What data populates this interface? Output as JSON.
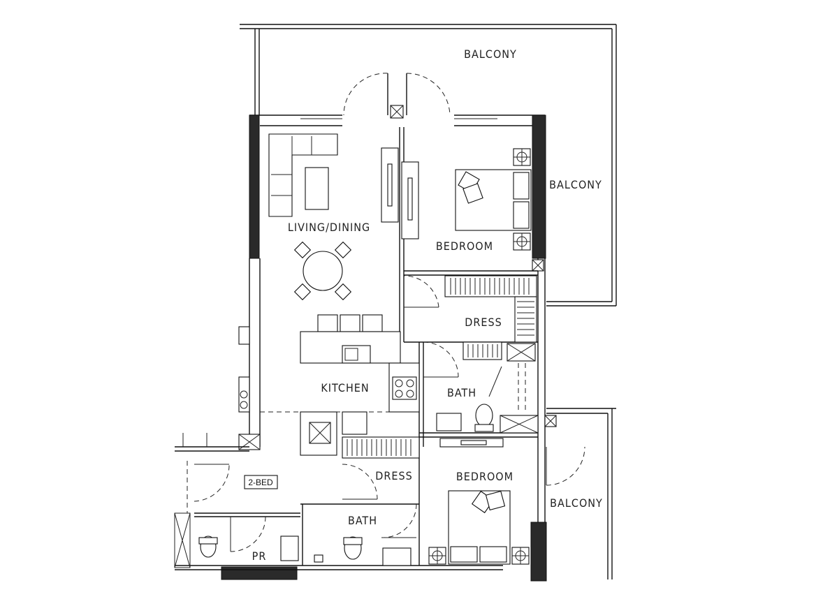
{
  "plan": {
    "rooms": {
      "balcony_top": "BALCONY",
      "balcony_right_upper": "BALCONY",
      "balcony_right_lower": "BALCONY",
      "living_dining": "LIVING/DINING",
      "bedroom_master": "BEDROOM",
      "dress_master": "DRESS",
      "kitchen": "KITCHEN",
      "bath_master": "BATH",
      "bedroom_second": "BEDROOM",
      "dress_second": "DRESS",
      "bath_second": "BATH",
      "powder_room": "PR"
    },
    "unit_tag": "2-BED"
  }
}
